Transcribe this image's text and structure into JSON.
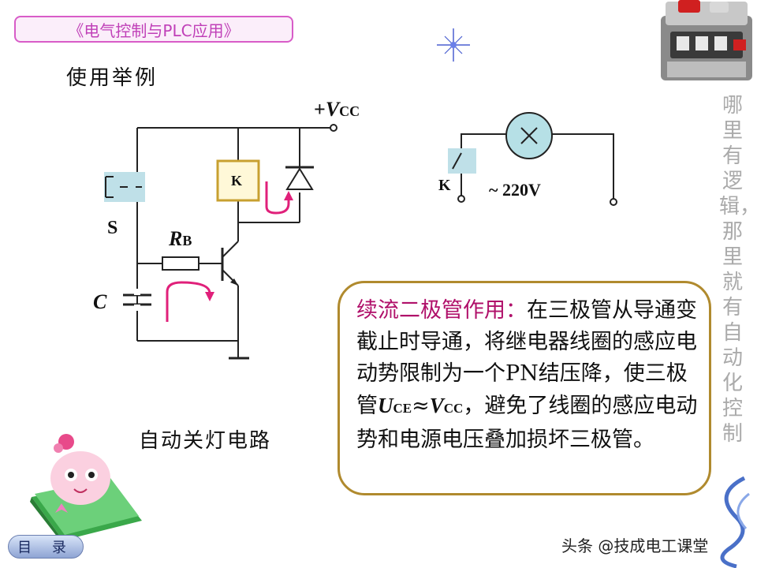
{
  "course_title": "《电气控制与PLC应用》",
  "heading": "使用举例",
  "side_slogan": "哪里有逻辑，那里就有自动化控制",
  "circuit": {
    "vcc_plus": "+",
    "vcc_v": "V",
    "vcc_sub": "CC",
    "relay_label": "K",
    "switch_label": "S",
    "resistor_r": "R",
    "resistor_sub": "B",
    "capacitor_label": "C",
    "caption": "自动关灯电路"
  },
  "load_circuit": {
    "contact_label": "K",
    "voltage_label": "~ 220V"
  },
  "note": {
    "lead": "续流二极管作用：",
    "body_1": "在三极管从导通变截止时导通，将继电器线圈的感应电动势限制为一个PN结压降，使三极管",
    "u": "U",
    "u_sub": "CE",
    "approx": "≈",
    "v": "V",
    "v_sub": "CC",
    "body_2": "，避免了线圈的感应电动势和电源电压叠加损坏三极管。"
  },
  "menu_button": "目 录",
  "watermark": "头条 @技成电工课堂",
  "colors": {
    "title_border": "#d85cc8",
    "note_border": "#b08a2e",
    "lead_text": "#b0106a",
    "arrow": "#e0207a",
    "lamp_fill": "#b6e0e6"
  }
}
